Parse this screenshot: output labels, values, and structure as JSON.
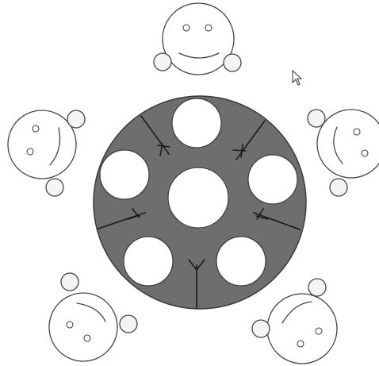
{
  "scene": {
    "type": "board-game-table",
    "colors": {
      "background": "#ffffff",
      "board_fill": "#6e6e6e",
      "board_stroke": "#3a3a3a",
      "slot_fill": "#ffffff",
      "player_outline": "#444444",
      "hand_fill": "#f4f4f4"
    },
    "board": {
      "slot_count": 6,
      "has_center_pit": true,
      "divider_count": 5
    },
    "players": [
      {
        "id": "top",
        "expression": "smile"
      },
      {
        "id": "upper-right",
        "expression": "smile"
      },
      {
        "id": "lower-right",
        "expression": "smile"
      },
      {
        "id": "lower-left",
        "expression": "smile"
      },
      {
        "id": "upper-left",
        "expression": "smile"
      }
    ],
    "cursor": {
      "icon": "arrow-pointer-icon"
    }
  }
}
